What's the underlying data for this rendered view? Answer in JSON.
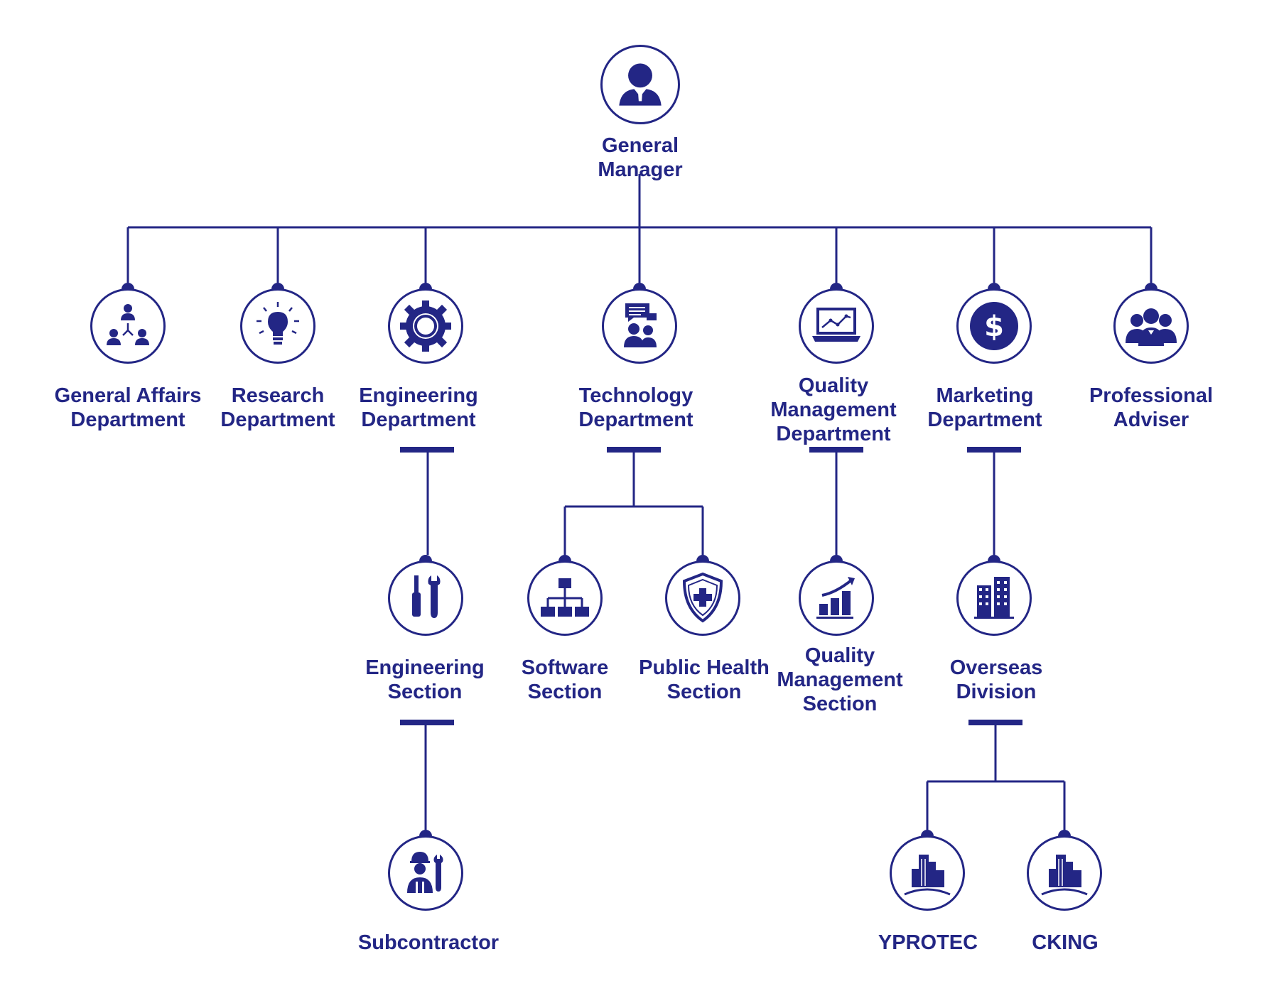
{
  "colors": {
    "primary": "#232685",
    "background": "#ffffff"
  },
  "root": {
    "icon": "manager-person-icon",
    "lines": [
      "General Manager"
    ]
  },
  "departments": [
    {
      "id": "general-affairs",
      "icon": "team-network-icon",
      "lines": [
        "General Affairs",
        "Department"
      ]
    },
    {
      "id": "research",
      "icon": "lightbulb-icon",
      "lines": [
        "Research",
        "Department"
      ]
    },
    {
      "id": "engineering",
      "icon": "gear-icon",
      "lines": [
        "Engineering",
        "Department"
      ]
    },
    {
      "id": "technology",
      "icon": "presenter-chat-icon",
      "lines": [
        "Technology",
        "Department"
      ]
    },
    {
      "id": "quality",
      "icon": "laptop-chart-icon",
      "lines": [
        "Quality",
        "Management",
        "Department"
      ]
    },
    {
      "id": "marketing",
      "icon": "dollar-coin-icon",
      "lines": [
        "Marketing",
        "Department"
      ]
    },
    {
      "id": "adviser",
      "icon": "business-group-icon",
      "lines": [
        "Professional",
        "Adviser"
      ]
    }
  ],
  "sections": [
    {
      "id": "engineering-section",
      "icon": "screwdriver-wrench-icon",
      "lines": [
        "Engineering",
        "Section"
      ]
    },
    {
      "id": "software-section",
      "icon": "hierarchy-icon",
      "lines": [
        "Software",
        "Section"
      ]
    },
    {
      "id": "public-health-section",
      "icon": "shield-cross-icon",
      "lines": [
        "Public Health",
        "Section"
      ]
    },
    {
      "id": "quality-section",
      "icon": "growth-chart-icon",
      "lines": [
        "Quality",
        "Management",
        "Section"
      ]
    },
    {
      "id": "overseas-division",
      "icon": "office-buildings-icon",
      "lines": [
        "Overseas",
        "Division"
      ]
    }
  ],
  "leaves": [
    {
      "id": "subcontractor",
      "icon": "worker-wrench-icon",
      "lines": [
        "Subcontractor"
      ]
    },
    {
      "id": "yprotec",
      "icon": "city-skyline-icon",
      "lines": [
        "YPROTEC"
      ]
    },
    {
      "id": "cking",
      "icon": "city-skyline-icon",
      "lines": [
        "CKING"
      ]
    }
  ]
}
